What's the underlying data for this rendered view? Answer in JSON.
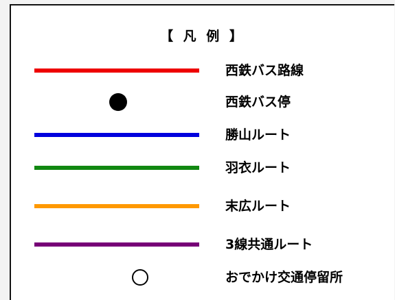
{
  "legend": {
    "title": "【 凡 例 】",
    "items": [
      {
        "label": "西鉄バス路線",
        "symbol": "line",
        "color": "#ee0000"
      },
      {
        "label": "西鉄バス停",
        "symbol": "filled-circle",
        "color": "#000000"
      },
      {
        "label": "勝山ルート",
        "symbol": "line",
        "color": "#0000dd"
      },
      {
        "label": "羽衣ルート",
        "symbol": "line",
        "color": "#118811"
      },
      {
        "label": "末広ルート",
        "symbol": "line",
        "color": "#ff9900"
      },
      {
        "label": "3線共通ルート",
        "symbol": "line",
        "color": "#770077"
      },
      {
        "label": "おでかけ交通停留所",
        "symbol": "open-circle",
        "color": "#000000"
      }
    ]
  }
}
